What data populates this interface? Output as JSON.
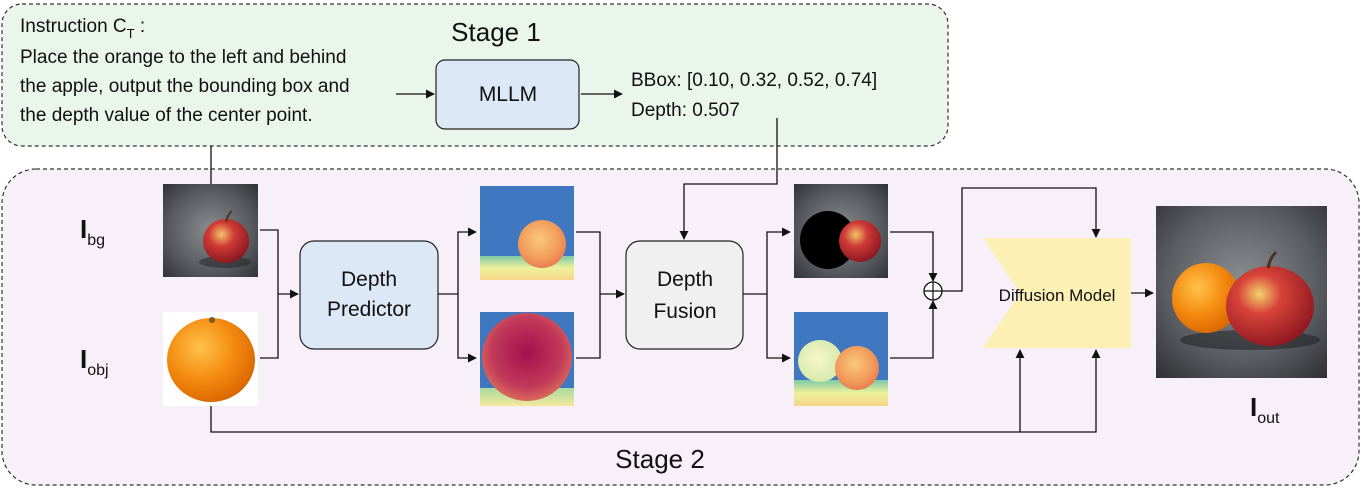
{
  "stage1": {
    "label": "Stage 1",
    "instruction_title": "Instruction C",
    "instruction_subscript": "T",
    "instruction_colon": " :",
    "instruction_lines": [
      "Place the orange to the left and behind",
      "the apple, output the bounding box and",
      "the depth value of the center point."
    ],
    "mllm_label": "MLLM",
    "bbox_text": "BBox: [0.10, 0.32, 0.52, 0.74]",
    "depth_text": "Depth: 0.507"
  },
  "stage2": {
    "label": "Stage 2",
    "inputs": {
      "bg": {
        "symbol": "I",
        "subscript": "bg"
      },
      "obj": {
        "symbol": "I",
        "subscript": "obj"
      }
    },
    "depth_predictor_lines": [
      "Depth",
      "Predictor"
    ],
    "depth_fusion_lines": [
      "Depth",
      "Fusion"
    ],
    "diffusion_label": "Diffusion Model",
    "output": {
      "symbol": "I",
      "subscript": "out"
    },
    "add_symbol": "⊕"
  },
  "colors": {
    "stage1_fill": "#eaf6ec",
    "stage2_fill": "#f8f0f8",
    "mllm_fill": "#dce8f5",
    "predictor_fill": "#dce8f5",
    "fusion_fill": "#f0f0f0",
    "diffusion_fill": "#fdf0b5",
    "depth_map_blue": "#3f78c0",
    "depth_map_yellow": "#f1f3a6"
  }
}
